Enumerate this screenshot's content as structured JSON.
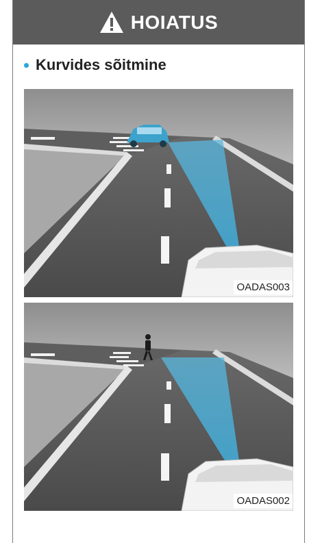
{
  "header": {
    "title": "HOIATUS",
    "icon": "warning-triangle-icon"
  },
  "section": {
    "title": "Kurvides sõitmine",
    "bullet_color": "#2aa7d8"
  },
  "figures": [
    {
      "code": "OADAS003",
      "subject": "car"
    },
    {
      "code": "OADAS002",
      "subject": "pedestrian"
    }
  ],
  "colors": {
    "header_bg": "#5b5b5b",
    "sensor_beam": "#3fa9d6"
  }
}
